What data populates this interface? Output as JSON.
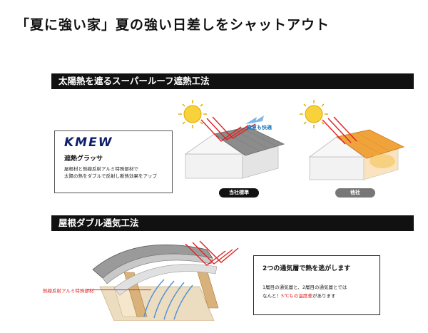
{
  "header": {
    "title": "「夏に強い家」夏の強い日差しをシャットアウト"
  },
  "section1": {
    "heading": "太陽熱を遮るスーパールーフ遮熱工法",
    "brand": {
      "logo_text": "KMEW",
      "product_name": "遮熱グラッサ",
      "desc_line1": "屋根材と熱線反射アルミ特殊部材で",
      "desc_line2": "太陽の熱をダブルで反射し断熱効果をアップ"
    },
    "house_ours": {
      "callout": "真夏も快適",
      "label": "当社標準"
    },
    "house_other": {
      "label": "他社"
    }
  },
  "section2": {
    "heading": "屋根ダブル通気工法",
    "side_label": "熱線反射アルミ特殊部材",
    "info": {
      "title": "2つの通気層で熱を逃がします",
      "line1": "1層目の通気層と、2層目の通気層とでは",
      "line2_prefix": "なんと！",
      "line2_highlight": "5℃もの温度差",
      "line2_suffix": "があります"
    }
  },
  "colors": {
    "band_bg": "#111111",
    "accent_red": "#dd2222",
    "accent_blue": "#1e7bbf",
    "sun_yellow": "#f7d23a",
    "heat_orange": "#f0a33a",
    "logo_navy": "#0d1f6b"
  }
}
